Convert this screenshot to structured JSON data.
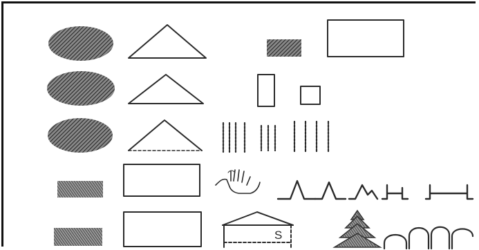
{
  "figure": {
    "label_s": "S",
    "colors": {
      "ink": "#2a2a2a",
      "hatch": "#3a3a3a",
      "paper": "#ffffff"
    },
    "rows": [
      {
        "row": 1,
        "items": [
          "hatched-ellipse",
          "triangle",
          "small-hatched-rectangle",
          "rectangle"
        ]
      },
      {
        "row": 2,
        "items": [
          "hatched-ellipse",
          "triangle",
          "tall-rectangle",
          "small-square"
        ]
      },
      {
        "row": 3,
        "items": [
          "hatched-ellipse",
          "triangle-dotted-base",
          "vertical-line-groups"
        ]
      },
      {
        "row": 4,
        "items": [
          "hatched-rectangle",
          "rectangle",
          "hand-sketch",
          "peak-line-sequence"
        ]
      },
      {
        "row": 5,
        "items": [
          "hatched-rectangle",
          "rectangle",
          "house-with-s",
          "tree-sketch",
          "arch-sequence"
        ]
      }
    ]
  }
}
